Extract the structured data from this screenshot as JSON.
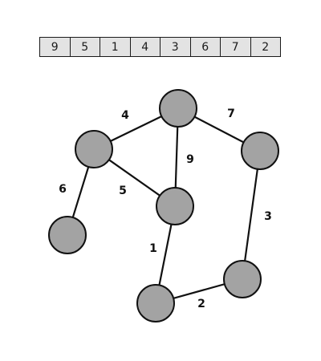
{
  "array": {
    "values": [
      "9",
      "5",
      "1",
      "4",
      "3",
      "6",
      "7",
      "2"
    ]
  },
  "graph": {
    "node_fill": "#a3a3a3",
    "edge_color": "#111111",
    "edge_weights": {
      "top_left": "4",
      "top_right": "7",
      "top_center": "9",
      "left_center": "5",
      "left_bottom_left": "6",
      "center_bottom": "1",
      "right_bottom_right": "3",
      "bottom_bottom_right": "2"
    }
  }
}
